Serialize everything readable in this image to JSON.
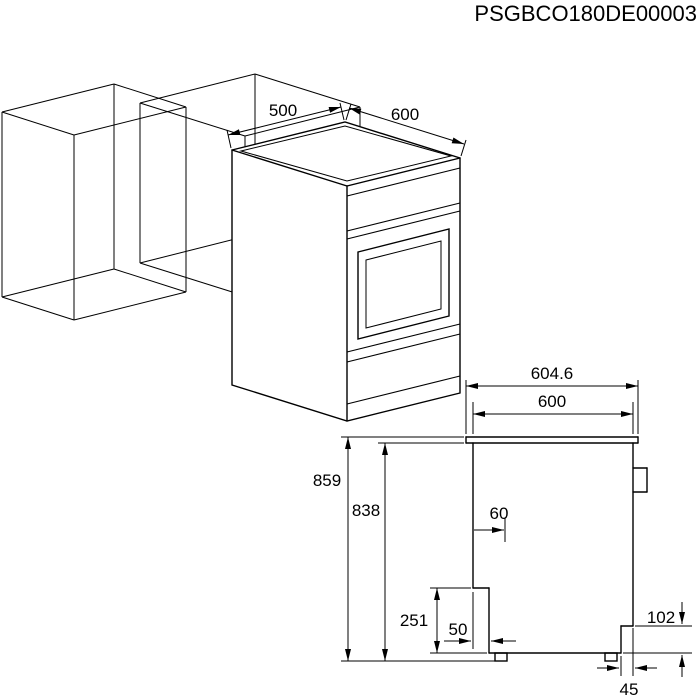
{
  "header": {
    "drawing_code": "PSGBCO180DE00003"
  },
  "isometric_view": {
    "dims": {
      "cooktop_depth": "500",
      "cooktop_width": "600"
    }
  },
  "side_view": {
    "dims": {
      "overall_depth": "604.6",
      "body_depth": "600",
      "overall_height": "859",
      "body_height": "838",
      "front_offset": "60",
      "base_height": "251",
      "base_recess": "50",
      "rear_recess_height": "102",
      "rear_recess_depth": "45"
    }
  }
}
